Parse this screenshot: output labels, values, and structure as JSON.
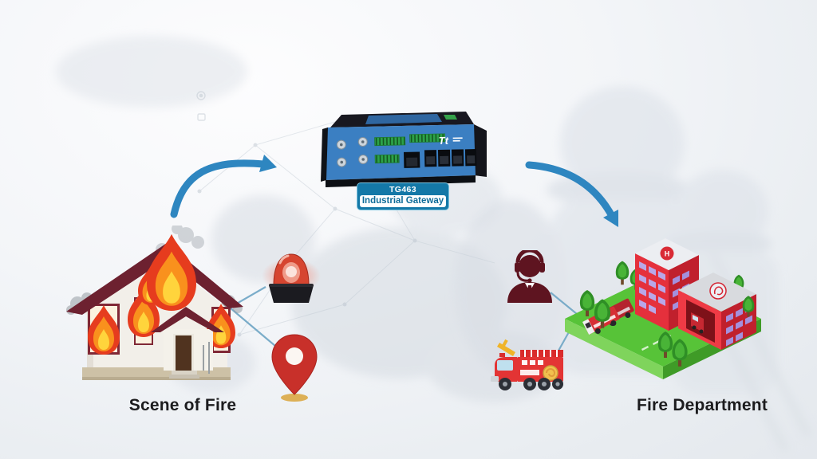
{
  "diagram": {
    "left_label": "Scene of Fire",
    "right_label": "Fire Department",
    "gateway": {
      "model": "TG463",
      "type": "Industrial Gateway"
    },
    "icons": {
      "left": [
        "burning-house",
        "alarm-siren",
        "location-pin"
      ],
      "center": [
        "industrial-gateway-router"
      ],
      "right": [
        "emergency-dispatcher",
        "fire-truck",
        "fire-station"
      ]
    },
    "connections": [
      {
        "from": "burning-house",
        "to": "alarm-siren",
        "style": "line"
      },
      {
        "from": "burning-house",
        "to": "location-pin",
        "style": "line"
      },
      {
        "from": "scene-of-fire",
        "to": "industrial-gateway",
        "style": "arrow"
      },
      {
        "from": "industrial-gateway",
        "to": "fire-department",
        "style": "arrow"
      },
      {
        "from": "emergency-dispatcher",
        "to": "fire-station",
        "style": "line"
      },
      {
        "from": "fire-truck",
        "to": "fire-station",
        "style": "line"
      }
    ],
    "colors": {
      "arrow_blue": "#2e86c0",
      "connector_blue": "#74a9c7",
      "badge_blue": "#1478a7",
      "badge_text_blue": "#0e6c99",
      "device_blue": "#3b7fc2",
      "flame_red": "#e63c1e",
      "flame_orange": "#f9911d",
      "flame_yellow": "#ffd43c",
      "roof_maroon": "#6d2130",
      "station_green": "#57c338",
      "station_red": "#e5303c",
      "silhouette_red": "#5e1420",
      "label_text": "#1c1c1e"
    }
  }
}
